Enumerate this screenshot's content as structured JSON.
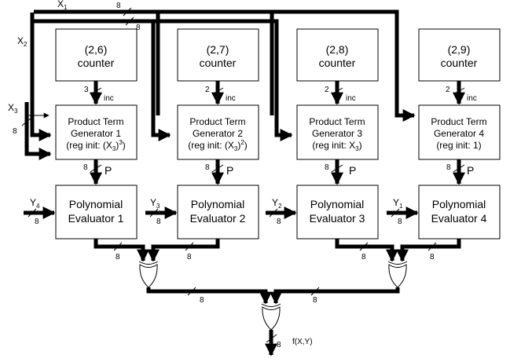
{
  "signals": {
    "x1": {
      "main": "X",
      "sub": "1"
    },
    "x2": {
      "main": "X",
      "sub": "2"
    },
    "x3": {
      "main": "X",
      "sub": "3"
    },
    "y4": {
      "main": "Y",
      "sub": "4"
    },
    "y3": {
      "main": "Y",
      "sub": "3"
    },
    "y2": {
      "main": "Y",
      "sub": "2"
    },
    "y1": {
      "main": "Y",
      "sub": "1"
    },
    "inc": "inc",
    "p": "P",
    "output": "f(X,Y)"
  },
  "widths": {
    "w8": "8",
    "w3": "3",
    "w2": "2"
  },
  "counters": [
    {
      "params": "(2,6)",
      "name": "counter",
      "inc_width": "3"
    },
    {
      "params": "(2,7)",
      "name": "counter",
      "inc_width": "2"
    },
    {
      "params": "(2,8)",
      "name": "counter",
      "inc_width": "2"
    },
    {
      "params": "(2,9)",
      "name": "counter",
      "inc_width": "2"
    }
  ],
  "generators": [
    {
      "line1": "Product Term",
      "line2": "Generator 1",
      "init_prefix": "(reg init: (X",
      "init_sub": "3",
      "init_mid": ")",
      "init_sup": "3",
      "init_suffix": ")"
    },
    {
      "line1": "Product Term",
      "line2": "Generator 2",
      "init_prefix": "(reg init: (X",
      "init_sub": "3",
      "init_mid": ")",
      "init_sup": "2",
      "init_suffix": ")"
    },
    {
      "line1": "Product Term",
      "line2": "Generator 3",
      "init_prefix": "(reg init: X",
      "init_sub": "3",
      "init_mid": ")",
      "init_sup": "",
      "init_suffix": ""
    },
    {
      "line1": "Product Term",
      "line2": "Generator 4",
      "init_prefix": "(reg init: 1)",
      "init_sub": "",
      "init_mid": "",
      "init_sup": "",
      "init_suffix": ""
    }
  ],
  "evaluators": [
    {
      "line1": "Polynomial",
      "line2": "Evaluator 1"
    },
    {
      "line1": "Polynomial",
      "line2": "Evaluator 2"
    },
    {
      "line1": "Polynomial",
      "line2": "Evaluator 3"
    },
    {
      "line1": "Polynomial",
      "line2": "Evaluator 4"
    }
  ]
}
